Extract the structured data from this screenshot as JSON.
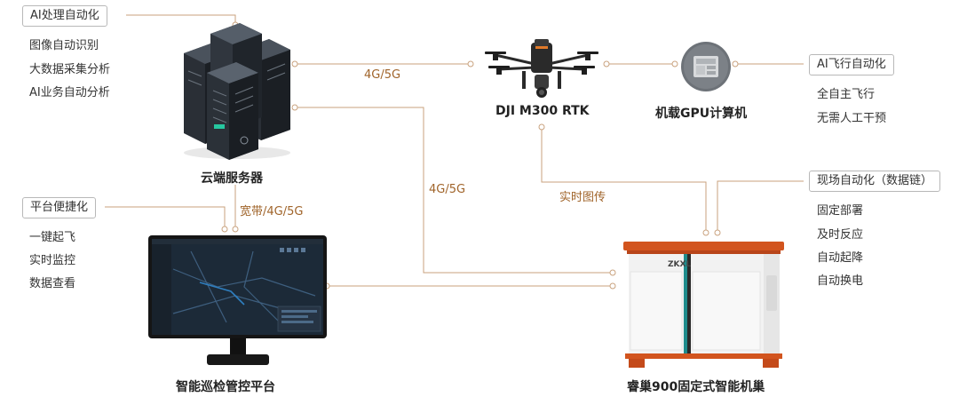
{
  "boxes": {
    "ai_processing": "AI处理自动化",
    "ai_flight": "AI飞行自动化",
    "platform": "平台便捷化",
    "onsite": "现场自动化（数据链）"
  },
  "lists": {
    "ai_processing": [
      "图像自动识别",
      "大数据采集分析",
      "AI业务自动分析"
    ],
    "ai_flight": [
      "全自主飞行",
      "无需人工干预"
    ],
    "platform": [
      "一键起飞",
      "实时监控",
      "数据查看"
    ],
    "onsite": [
      "固定部署",
      "及时反应",
      "自动起降",
      "自动换电"
    ]
  },
  "links": {
    "cloud_drone": "4G/5G",
    "cloud_dock": "4G/5G",
    "cloud_platform": "宽带/4G/5G",
    "drone_dock": "实时图传"
  },
  "devices": {
    "cloud": "云端服务器",
    "drone": "DJI M300 RTK",
    "gpu": "机载GPU计算机",
    "platform": "智能巡检管控平台",
    "dock": "睿巢900固定式智能机巢",
    "dock_brand": "ZKXL"
  },
  "colors": {
    "line": "#c9a27e",
    "link_text": "#a0642a",
    "dock_accent": "#d2541e",
    "dock_stripe": "#1f8c8c"
  }
}
